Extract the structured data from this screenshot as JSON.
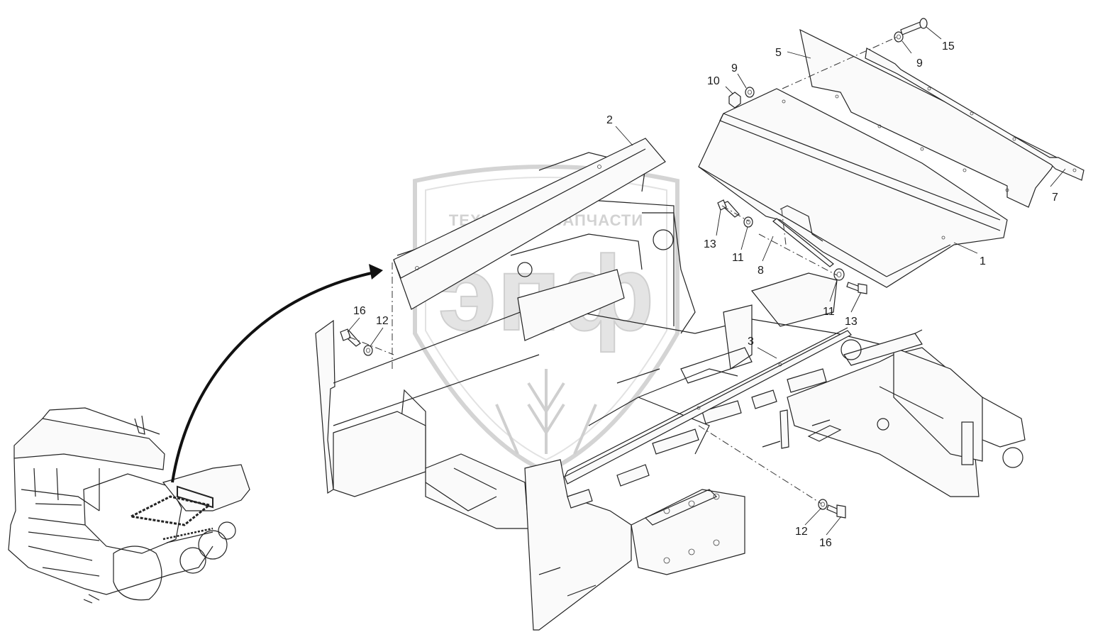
{
  "watermark": {
    "top_text": "ТЕХНИКА ⚙ ЗАПЧАСТИ",
    "big_text": "эпф"
  },
  "callouts": [
    {
      "id": "c1",
      "label": "1"
    },
    {
      "id": "c2",
      "label": "2"
    },
    {
      "id": "c3",
      "label": "3"
    },
    {
      "id": "c5",
      "label": "5"
    },
    {
      "id": "c7",
      "label": "7"
    },
    {
      "id": "c8",
      "label": "8"
    },
    {
      "id": "c9a",
      "label": "9"
    },
    {
      "id": "c9b",
      "label": "9"
    },
    {
      "id": "c10",
      "label": "10"
    },
    {
      "id": "c11a",
      "label": "11"
    },
    {
      "id": "c11b",
      "label": "11"
    },
    {
      "id": "c12a",
      "label": "12"
    },
    {
      "id": "c12b",
      "label": "12"
    },
    {
      "id": "c13a",
      "label": "13"
    },
    {
      "id": "c13b",
      "label": "13"
    },
    {
      "id": "c15",
      "label": "15"
    },
    {
      "id": "c16a",
      "label": "16"
    },
    {
      "id": "c16b",
      "label": "16"
    }
  ]
}
